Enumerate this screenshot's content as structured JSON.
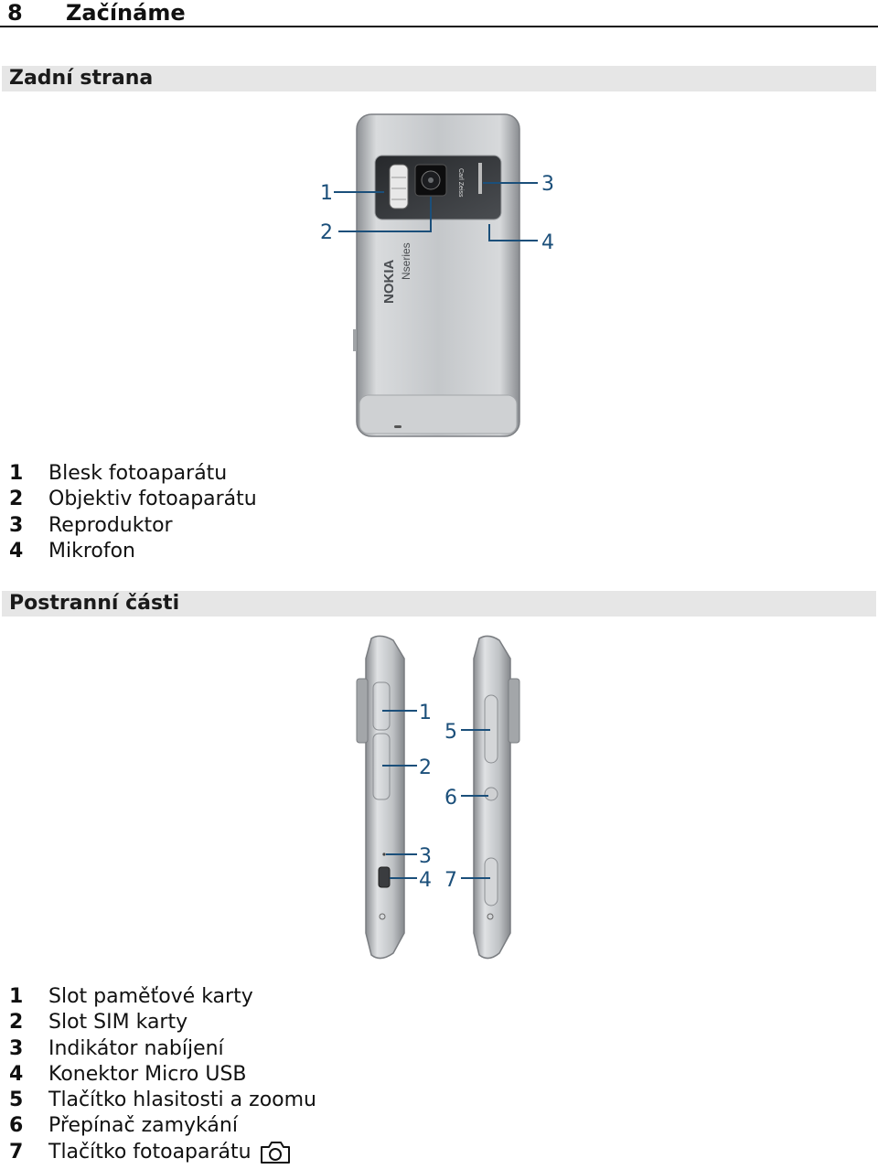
{
  "header": {
    "page_number": "8",
    "chapter": "Začínáme"
  },
  "back_section": {
    "title": "Zadní strana",
    "callout_numbers": [
      "1",
      "2",
      "3",
      "4"
    ],
    "phone_labels": {
      "brand": "NOKIA",
      "series": "Nseries",
      "lens_brand": "Carl Zeiss"
    },
    "items": [
      {
        "num": "1",
        "label": "Blesk fotoaparátu"
      },
      {
        "num": "2",
        "label": "Objektiv fotoaparátu"
      },
      {
        "num": "3",
        "label": "Reproduktor"
      },
      {
        "num": "4",
        "label": "Mikrofon"
      }
    ]
  },
  "side_section": {
    "title": "Postranní části",
    "callout_numbers": [
      "1",
      "2",
      "3",
      "4",
      "5",
      "6",
      "7"
    ],
    "items": [
      {
        "num": "1",
        "label": "Slot paměťové karty"
      },
      {
        "num": "2",
        "label": "Slot SIM karty"
      },
      {
        "num": "3",
        "label": "Indikátor nabíjení"
      },
      {
        "num": "4",
        "label": "Konektor Micro USB"
      },
      {
        "num": "5",
        "label": "Tlačítko hlasitosti a zoomu"
      },
      {
        "num": "6",
        "label": "Přepínač zamykání"
      },
      {
        "num": "7",
        "label": "Tlačítko fotoaparátu"
      }
    ],
    "inline_icon": "camera-icon"
  }
}
